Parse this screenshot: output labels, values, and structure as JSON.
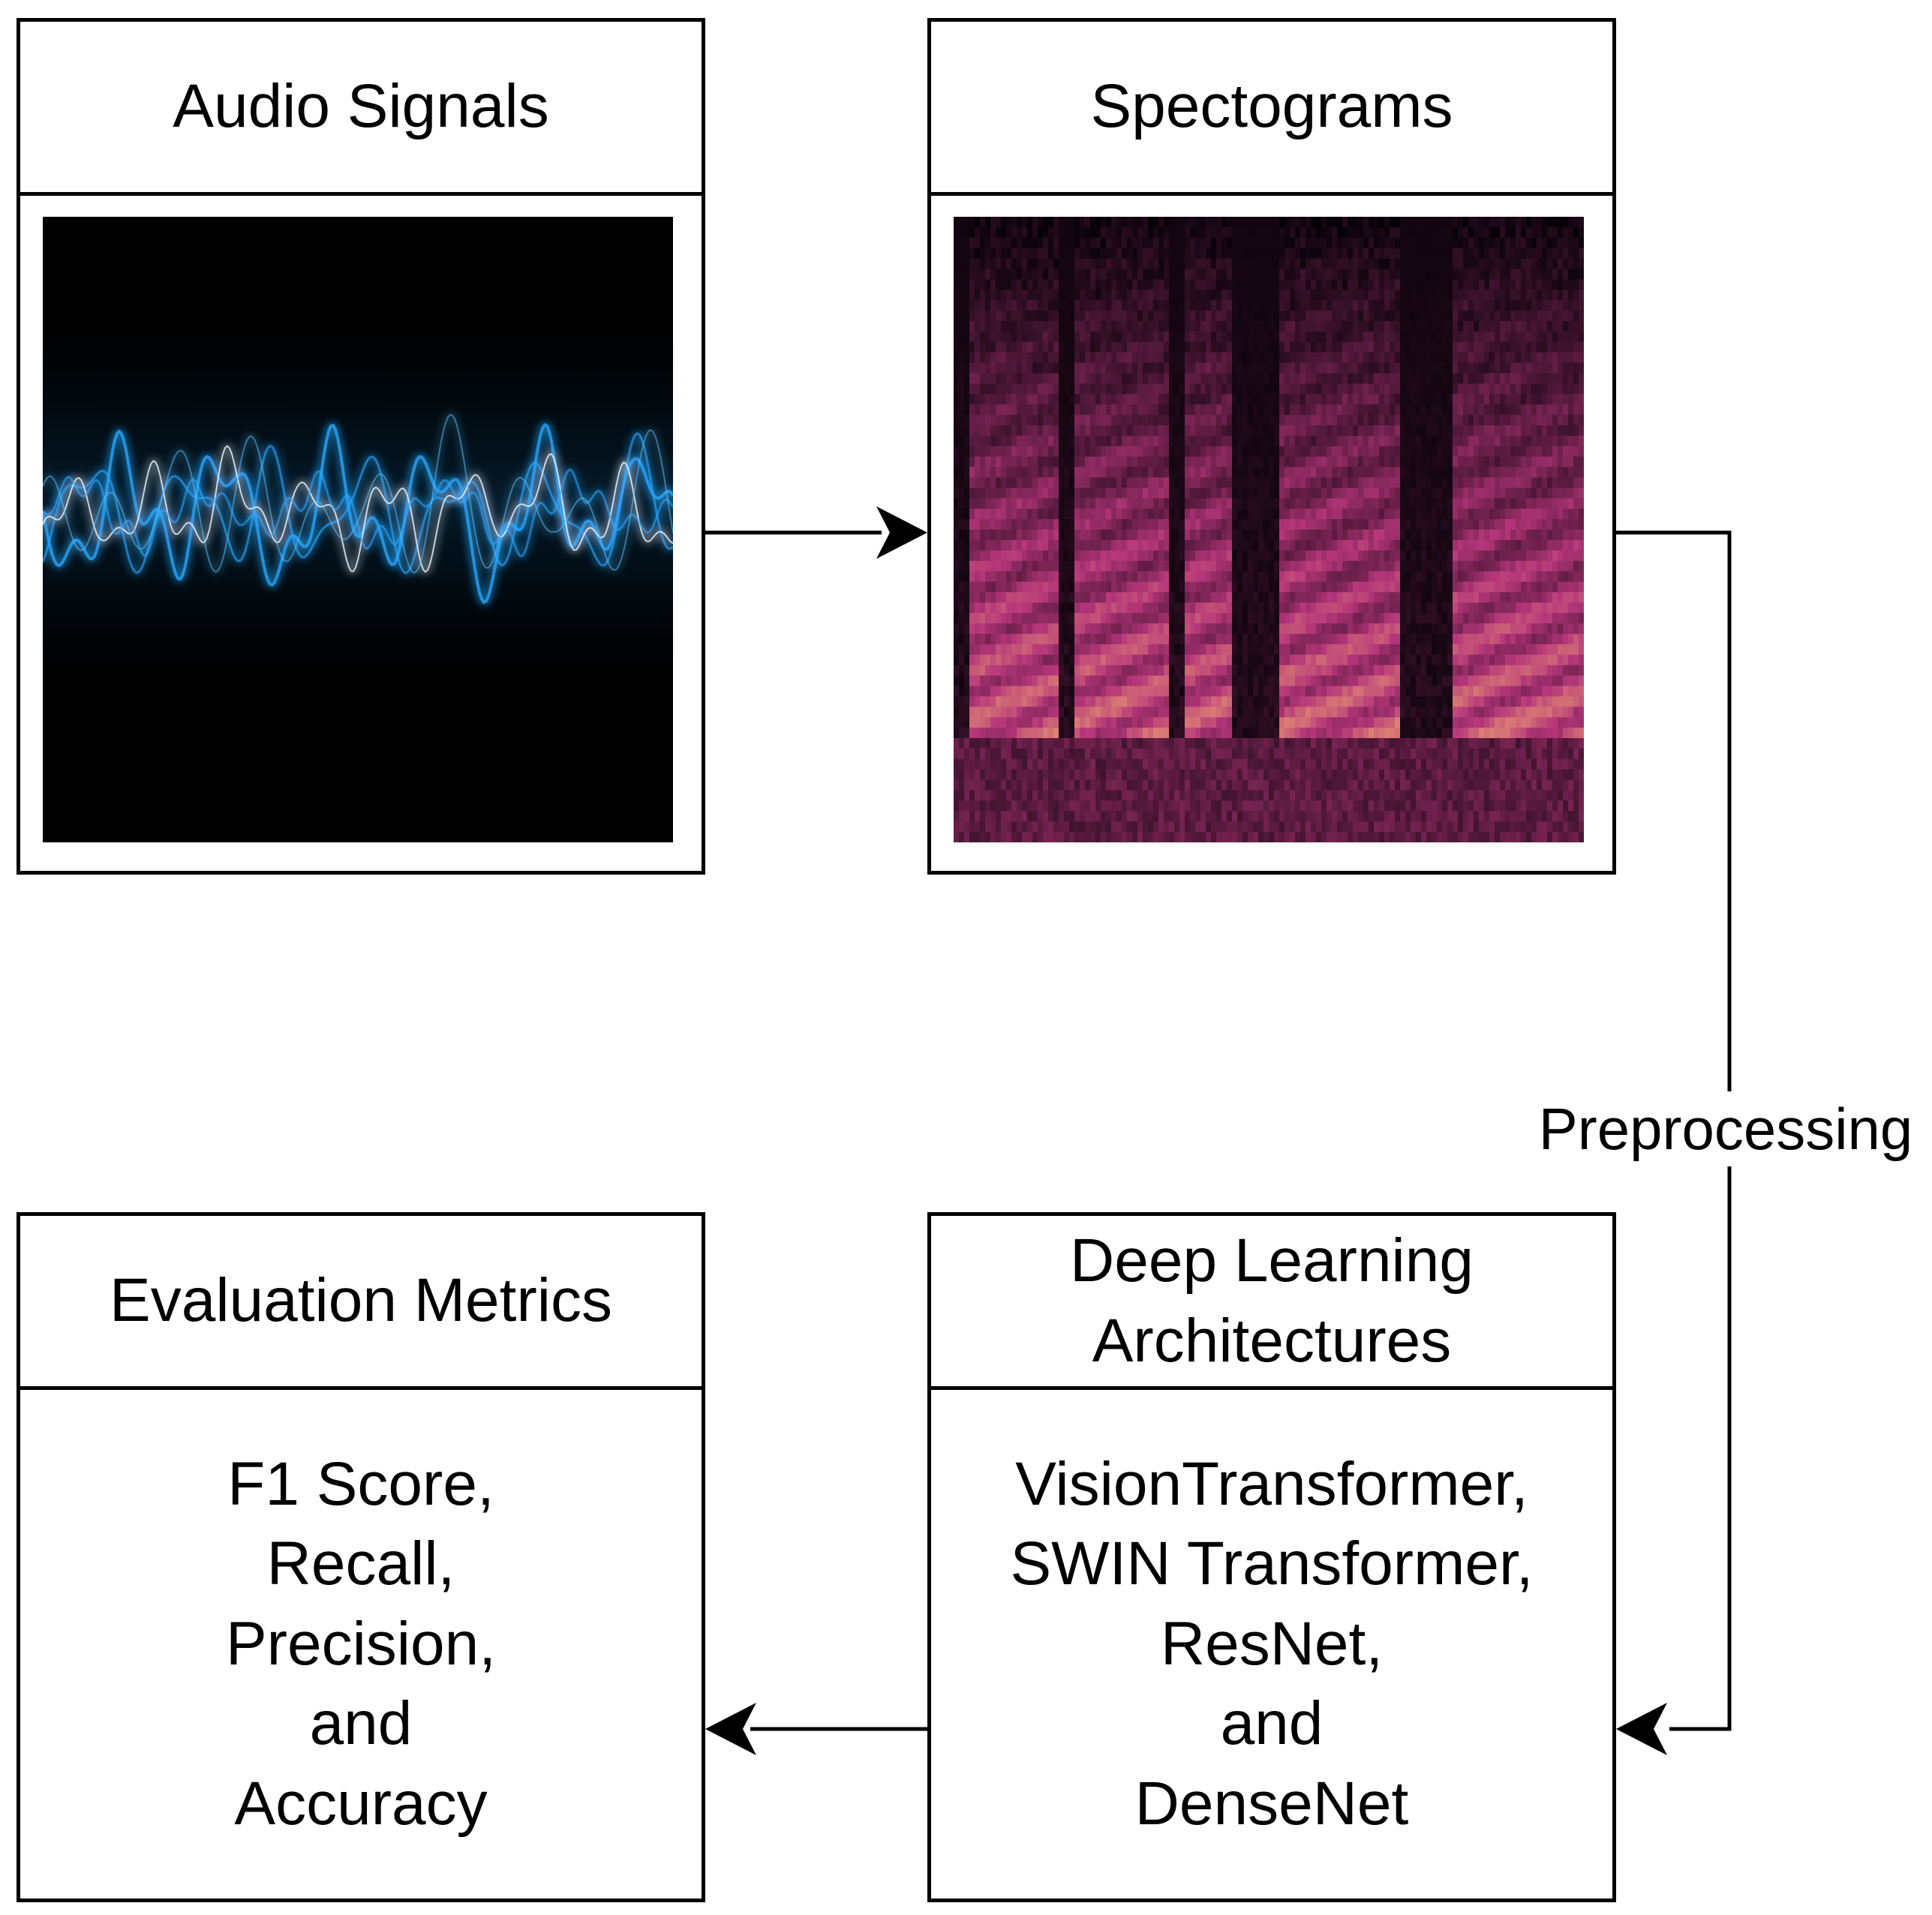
{
  "nodes": {
    "audio": {
      "title": "Audio Signals"
    },
    "spectrogram": {
      "title": "Spectograms"
    },
    "deep_learning": {
      "title_lines": [
        "Deep Learning",
        "Architectures"
      ],
      "body_lines": [
        "VisionTransformer,",
        "SWIN Transformer,",
        "ResNet,",
        "and",
        "DenseNet"
      ]
    },
    "evaluation": {
      "title": "Evaluation Metrics",
      "body_lines": [
        "F1 Score,",
        "Recall,",
        "Precision,",
        "and",
        "Accuracy"
      ]
    }
  },
  "edges": {
    "preprocessing_label": "Preprocessing"
  },
  "images": {
    "audio": "glowing-blue-waveform",
    "spectrogram": "magma-spectrogram"
  },
  "colors": {
    "waveform_glow": "#2aa8ff",
    "waveform_core": "#e8f6ff",
    "spectrogram_low": "#000004",
    "spectrogram_mid": "#b5367a",
    "spectrogram_high": "#fcbf6e"
  }
}
